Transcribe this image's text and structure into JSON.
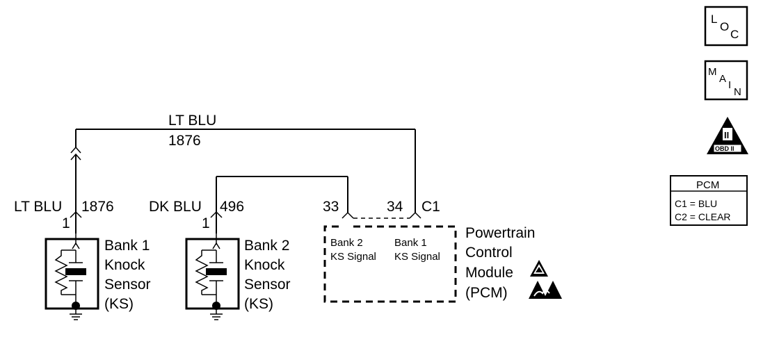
{
  "wires": {
    "top_color": "LT BLU",
    "top_circuit": "1876",
    "left_color": "LT BLU",
    "left_circuit": "1876",
    "left_pin": "1",
    "mid_color": "DK BLU",
    "mid_circuit": "496",
    "mid_pin": "1"
  },
  "sensors": {
    "bank1": {
      "line1": "Bank 1",
      "line2": "Knock",
      "line3": "Sensor",
      "line4": "(KS)"
    },
    "bank2": {
      "line1": "Bank 2",
      "line2": "Knock",
      "line3": "Sensor",
      "line4": "(KS)"
    }
  },
  "pcm": {
    "pin_bank2": "33",
    "pin_bank1": "34",
    "connector": "C1",
    "signal_bank2_line1": "Bank 2",
    "signal_bank2_line2": "KS Signal",
    "signal_bank1_line1": "Bank 1",
    "signal_bank1_line2": "KS Signal",
    "name_line1": "Powertrain",
    "name_line2": "Control",
    "name_line3": "Module",
    "name_line4": "(PCM)"
  },
  "side_icons": {
    "loc": {
      "c1": "L",
      "c2": "O",
      "c3": "C"
    },
    "main": {
      "c1": "M",
      "c2": "A",
      "c3": "I",
      "c4": "N"
    },
    "obd": {
      "label": "OBD II",
      "numeral": "II"
    }
  },
  "pcm_legend": {
    "title": "PCM",
    "row1": "C1 = BLU",
    "row2": "C2 = CLEAR"
  }
}
